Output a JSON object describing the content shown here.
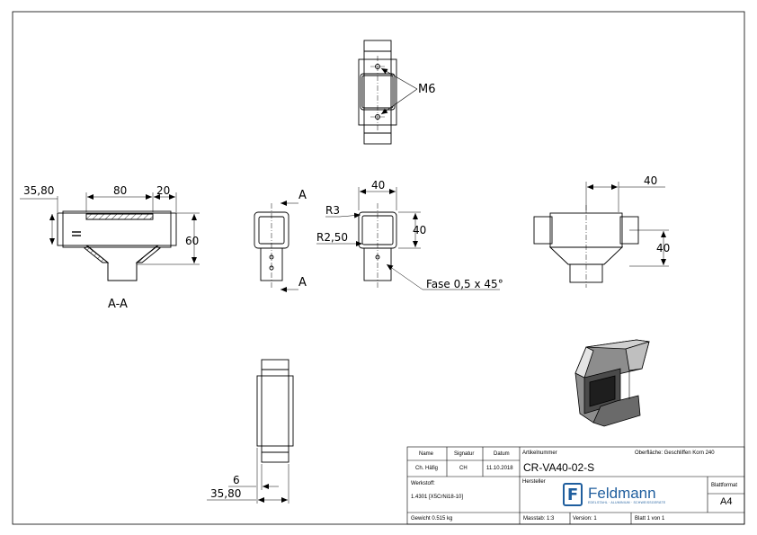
{
  "drawing": {
    "dims": {
      "top_m6": "M6",
      "sec_35_80": "35,80",
      "sec_80": "80",
      "sec_20": "20",
      "sec_60": "60",
      "sec_label": "A-A",
      "cut_a_top": "A",
      "cut_a_bottom": "A",
      "front_40_top": "40",
      "front_40_right": "40",
      "front_r3": "R3",
      "front_r2_50": "R2,50",
      "front_fase": "Fase 0,5 x 45°",
      "right_40_top": "40",
      "right_40_side": "40",
      "bottom_6": "6",
      "bottom_35_80": "35,80"
    }
  },
  "title_block": {
    "name_header": "Name",
    "signature_header": "Signatur",
    "date_header": "Datum",
    "name_value": "Ch. Häfig",
    "signature_value": "CH",
    "date_value": "11.10.2018",
    "article_label": "Artikelnummer",
    "surface_label": "Oberfläche: Geschliffen Korn 240",
    "article_value": "CR-VA40-02-S",
    "material_label": "Werkstoff:",
    "material_value": "1.4301 [X5CrNi18-10]",
    "manufacturer_label": "Hersteller",
    "weight_label": "Gewicht 0.515 kg",
    "scale_label": "Masstab: 1:3",
    "version_label": "Version: 1",
    "sheet_label": "Blatt 1 von 1",
    "format_label": "Blattformat",
    "format_value": "A4",
    "logo_text": "Feldmann",
    "logo_sub": "EDELSTAHL · ALUMINIUM · SCHWEISSGERÄTE",
    "logo_mark": "F"
  },
  "colors": {
    "logo": "#1f5e9e",
    "line": "#000000"
  }
}
